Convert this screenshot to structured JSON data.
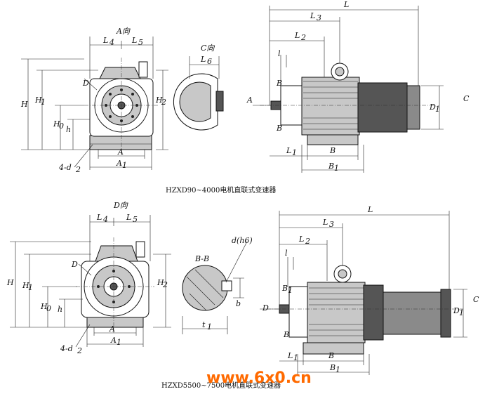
{
  "captions": {
    "top": "HZXD90~4000电机直联式变速器",
    "bottom": "HZXD5500~7500电机直联式变速器"
  },
  "watermark": "www.6x0.cn",
  "views": {
    "view_a": "A向",
    "view_c": "C向",
    "view_d": "D向",
    "section_bb": "B-B"
  },
  "dims": {
    "L": "L",
    "L1": "L",
    "L2": "L",
    "L3": "L",
    "L4": "L",
    "L5": "L",
    "L6": "L",
    "sub1": "1",
    "sub2": "2",
    "sub3": "3",
    "sub4": "4",
    "sub5": "5",
    "sub6": "6",
    "sub0": "0",
    "H": "H",
    "H1": "H",
    "H2": "H",
    "H0": "H",
    "h": "h",
    "l": "l",
    "b": "b",
    "t1": "t",
    "A": "A",
    "A1": "A",
    "B": "B",
    "B1": "B",
    "D": "D",
    "D1": "D",
    "C": "C",
    "d2": "4-d",
    "dh6": "d(h6)",
    "arrowA": "A",
    "arrowC": "C",
    "arrowD": "D"
  }
}
